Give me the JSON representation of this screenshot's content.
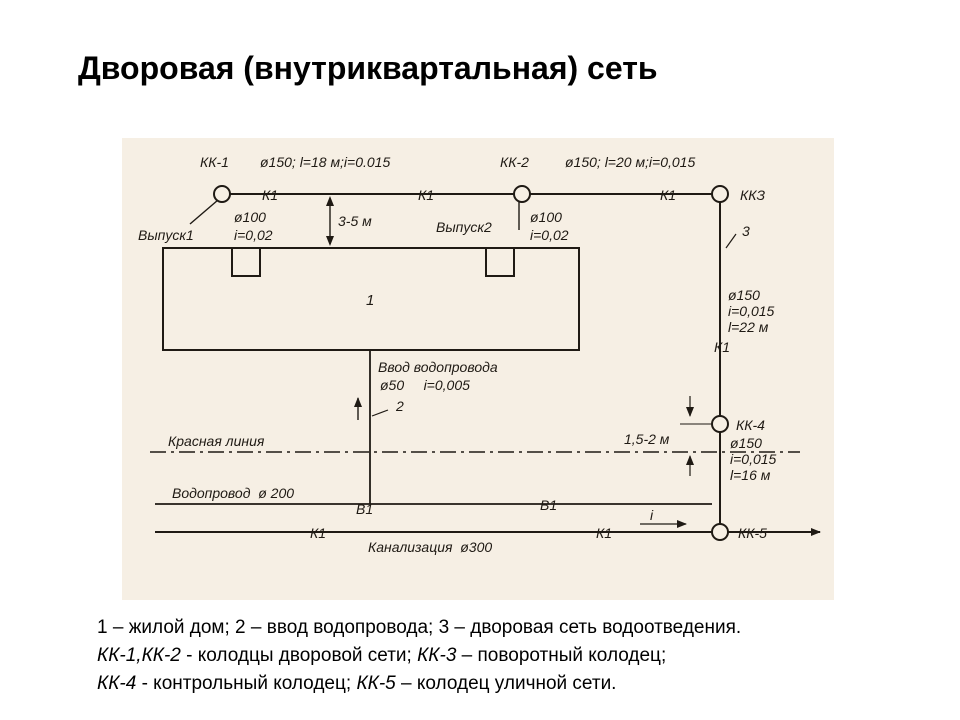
{
  "title": "Дворовая (внутриквартальная) сеть",
  "diagram": {
    "kk1": "КК-1",
    "kk1_params": "ø150; l=18 м;i=0.015",
    "kk2": "КК-2",
    "kk2_params": "ø150; l=20 м;i=0,015",
    "kk3": "ККЗ",
    "k1": "К1",
    "outlet1": "Выпуск1",
    "outlet2": "Выпуск2",
    "outlet_d": "ø100",
    "outlet_i": "i=0,02",
    "dist": "3-5 м",
    "house": "1",
    "label3": "3",
    "riser_d": "ø150",
    "riser_i": "i=0,015",
    "riser_l": "l=22 м",
    "water_in": "Ввод водопровода",
    "water_in_params": "ø50     i=0,005",
    "label2": "2",
    "kk4": "КК-4",
    "dist2": "1,5-2 м",
    "kk4_d": "ø150",
    "kk4_i": "i=0,015",
    "kk4_l": "l=16 м",
    "red_line": "Красная линия",
    "water_main": "Водопровод  ø 200",
    "b1": "В1",
    "i_arrow": "i",
    "kk5": "КК-5",
    "sewer": "Канализация  ø300"
  },
  "caption": [
    [
      {
        "t": "1 – жилой дом; 2 – ввод водопровода; 3 – дворовая сеть водоотведения.",
        "i": false
      }
    ],
    [
      {
        "t": "КК-1,КК-2",
        "i": true
      },
      {
        "t": " - колодцы дворовой сети; ",
        "i": false
      },
      {
        "t": "КК-3",
        "i": true
      },
      {
        "t": " – поворотный колодец;",
        "i": false
      }
    ],
    [
      {
        "t": "КК-4",
        "i": true
      },
      {
        "t": " - контрольный колодец; ",
        "i": false
      },
      {
        "t": "КК-5",
        "i": true
      },
      {
        "t": " – колодец уличной сети.",
        "i": false
      }
    ]
  ]
}
